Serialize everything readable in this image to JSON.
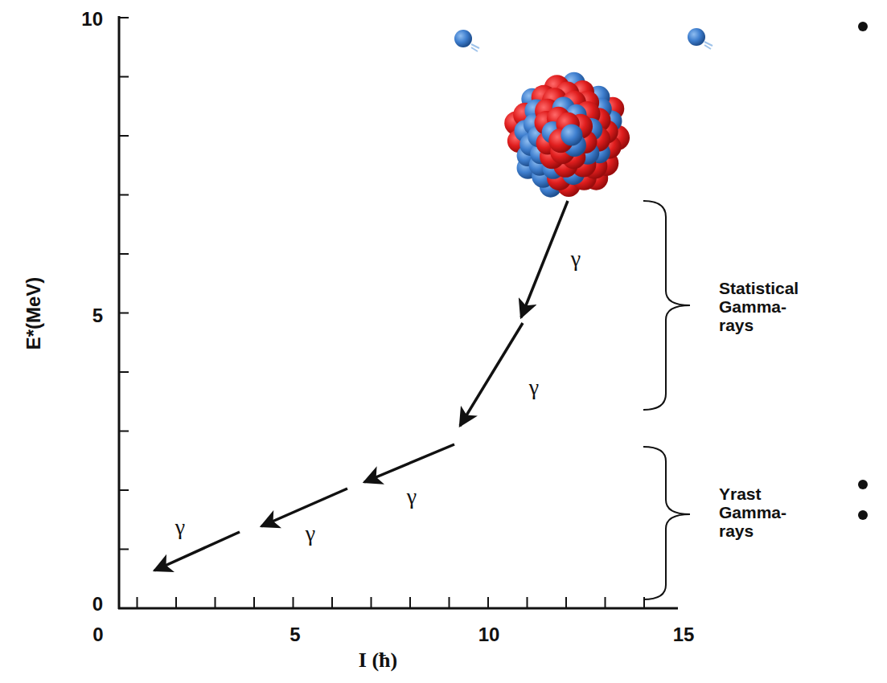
{
  "diagram": {
    "labels": [
      "10",
      "5",
      "0",
      "E*(MeV)",
      "0",
      "5",
      "10",
      "15",
      "I (ħ)",
      "γ",
      "γ",
      "γ",
      "γ",
      "γ",
      "Statistical Gamma-rays",
      "Yrast Gamma-rays"
    ]
  }
}
